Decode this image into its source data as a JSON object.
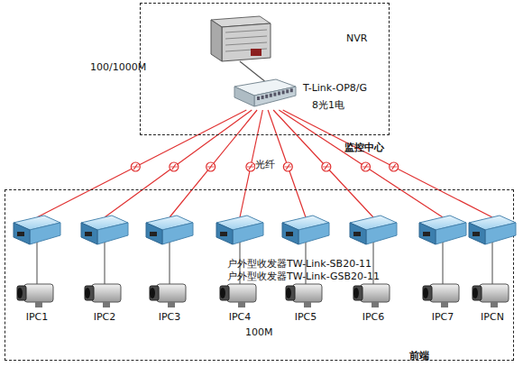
{
  "diagram": {
    "nodes": [
      {
        "text": [
          "监控中心"
        ]
      },
      {
        "text": [
          "NVR"
        ],
        "in": 0
      },
      {
        "text": [
          "T-Link-OP8/G",
          "8光1电"
        ],
        "in": 0
      },
      {
        "text": [
          "前端"
        ]
      },
      {
        "text": [
          "IPC1"
        ],
        "in": 3
      },
      {
        "text": [
          "IPC2"
        ],
        "in": 3
      },
      {
        "text": [
          "IPC3"
        ],
        "in": 3
      },
      {
        "text": [
          "IPC4"
        ],
        "in": 3
      },
      {
        "text": [
          "IPC5"
        ],
        "in": 3
      },
      {
        "text": [
          "IPC6"
        ],
        "in": 3
      },
      {
        "text": [
          "IPC7"
        ],
        "in": 3
      },
      {
        "text": [
          "IPCN"
        ],
        "in": 3
      }
    ],
    "edges": [
      {
        "from": 1,
        "to": 2,
        "label": "100/1000M",
        "arrow": "none"
      },
      {
        "from": 2,
        "to": 4,
        "arrow": "none"
      },
      {
        "from": 2,
        "to": 5,
        "arrow": "none"
      },
      {
        "from": 2,
        "to": 6,
        "arrow": "none"
      },
      {
        "from": 2,
        "to": 7,
        "label": "光纤",
        "arrow": "none"
      },
      {
        "from": 2,
        "to": 8,
        "arrow": "none"
      },
      {
        "from": 2,
        "to": 9,
        "arrow": "none"
      },
      {
        "from": 2,
        "to": 10,
        "arrow": "none"
      },
      {
        "from": 2,
        "to": 11,
        "arrow": "none"
      }
    ],
    "labels": [
      "户外型收发器",
      "户外型收发器",
      "TW-Link-SB20-11",
      "TW-Link-GSB20-11",
      "100M"
    ]
  }
}
